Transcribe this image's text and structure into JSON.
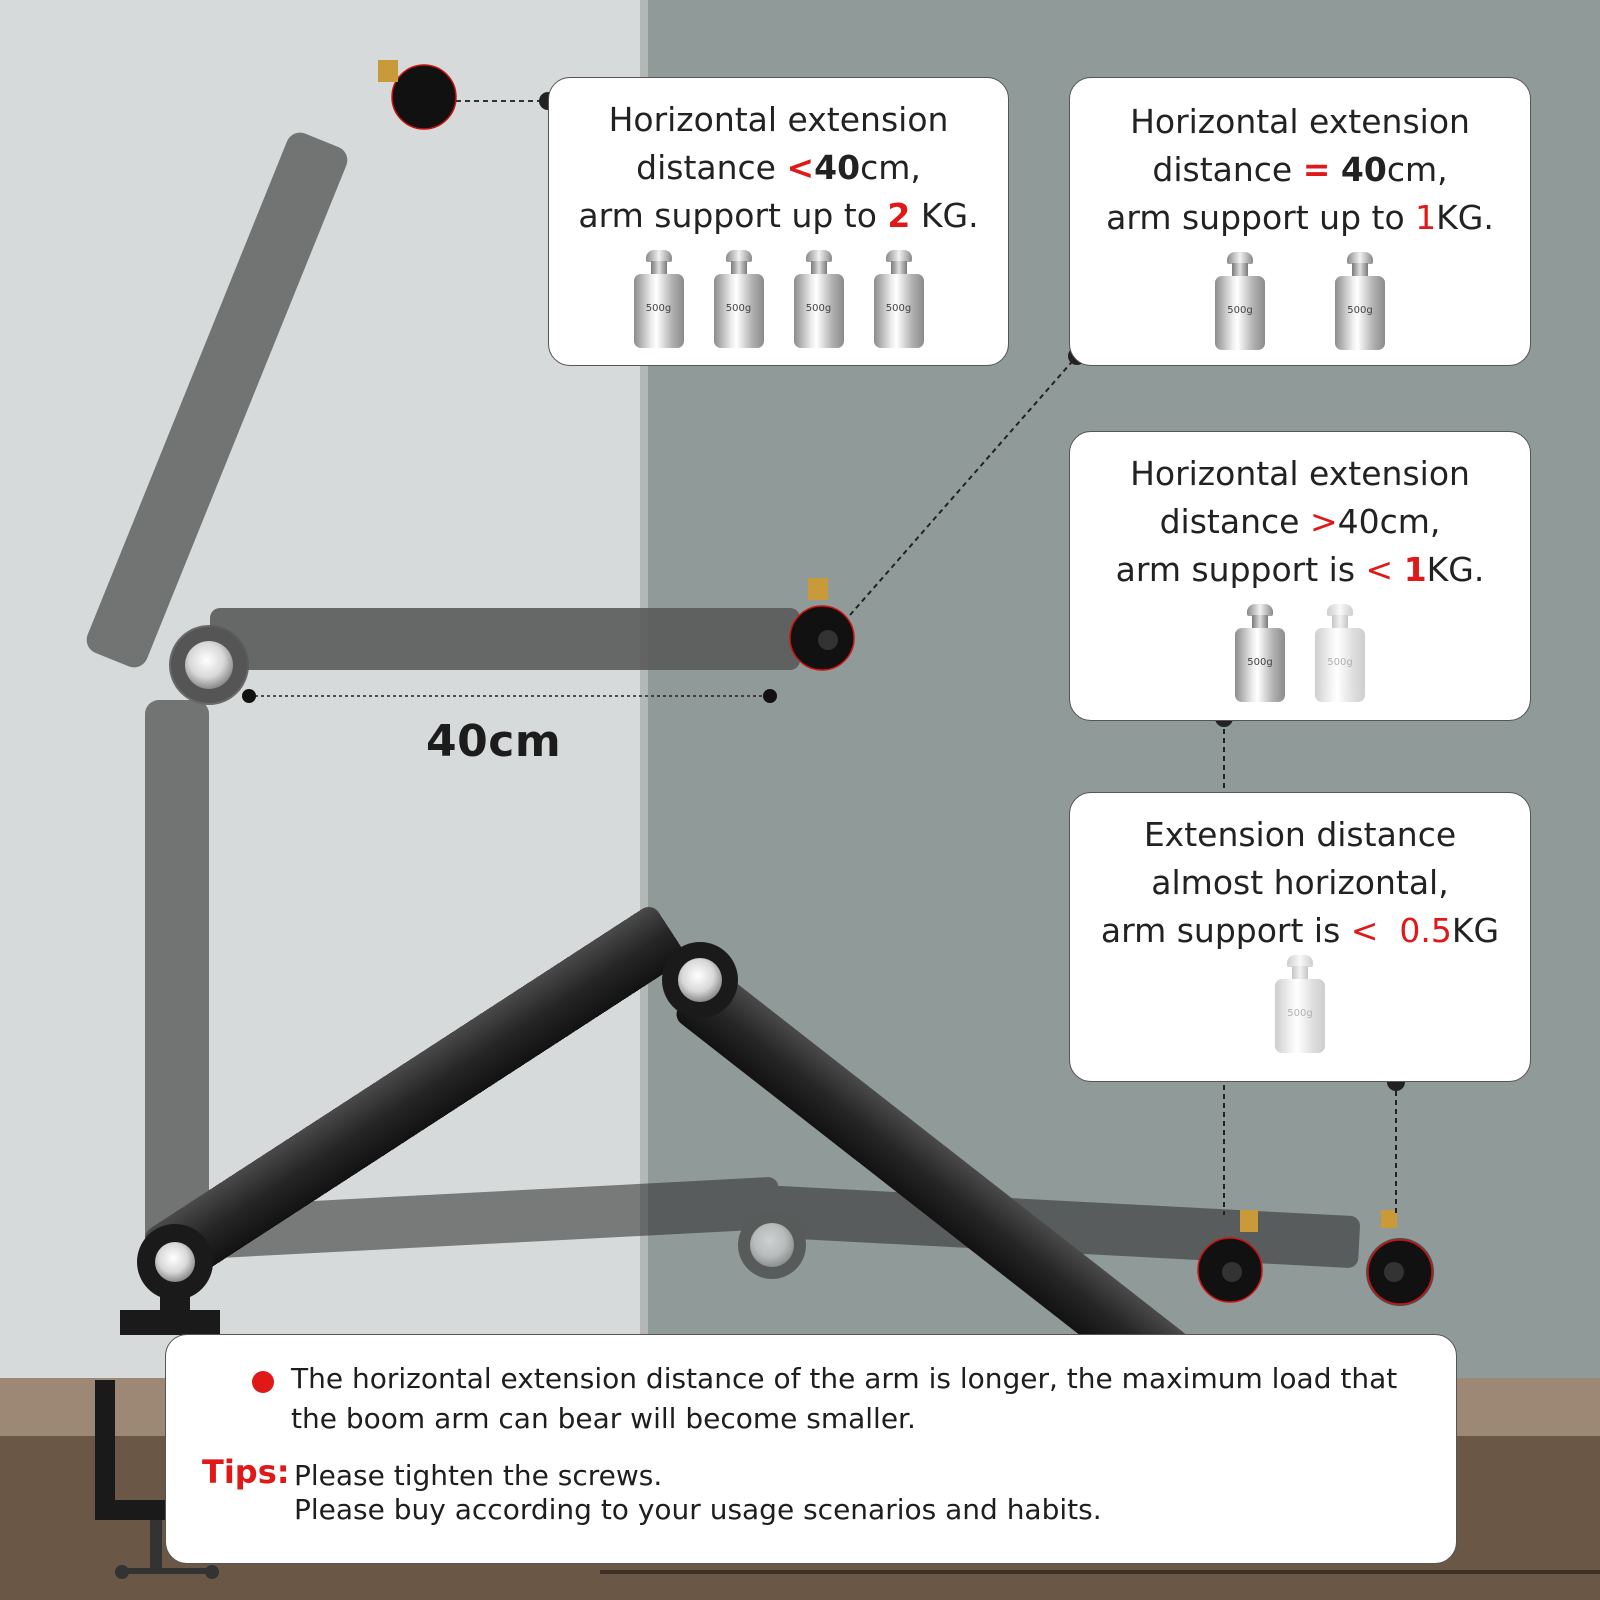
{
  "colors": {
    "accent_red": "#e01818",
    "wall_light": "#d6d9d9",
    "wall_dark": "#8f9998",
    "arm_black": "#1f1f1f"
  },
  "icons": [
    "boom-arm-illustration",
    "weight-500g-icon",
    "red-bullet-icon",
    "table-clamp-icon"
  ],
  "callout_1": {
    "l1": "Horizontal extension",
    "l2a": "distance ",
    "l2op": "<",
    "l2num": "40",
    "l2b": "cm,",
    "l3a": "arm support up to ",
    "l3num": "2",
    "l3b": " KG.",
    "weight_count": 4,
    "weight_label": "500g"
  },
  "callout_2": {
    "l1": "Horizontal extension",
    "l2a": "distance ",
    "l2op": "=",
    "l2num": "40",
    "l2b": "cm,",
    "l3a": "arm support up to ",
    "l3num": "1",
    "l3b": "KG.",
    "weight_count": 2,
    "weight_label": "500g"
  },
  "callout_3": {
    "l1": "Horizontal extension",
    "l2a": "distance ",
    "l2op": ">",
    "l2b": "40cm,",
    "l3a": "arm support is ",
    "l3op": "<",
    "l3num": "1",
    "l3b": "KG.",
    "weight_count": 2,
    "weight_label": "500g"
  },
  "callout_4": {
    "l1": "Extension distance",
    "l2": "almost horizontal,",
    "l3a": "arm support is ",
    "l3op": "<",
    "l3num": "0.5",
    "l3b": "KG",
    "weight_count": 1,
    "weight_label": "500g"
  },
  "distance_label": "40cm",
  "info": {
    "note": "The horizontal extension distance of the arm is longer, the maximum load that the boom arm can bear will become smaller.",
    "tips_label": "Tips:",
    "tip_1": "Please tighten the screws.",
    "tip_2": "Please buy according to your usage scenarios and habits."
  }
}
